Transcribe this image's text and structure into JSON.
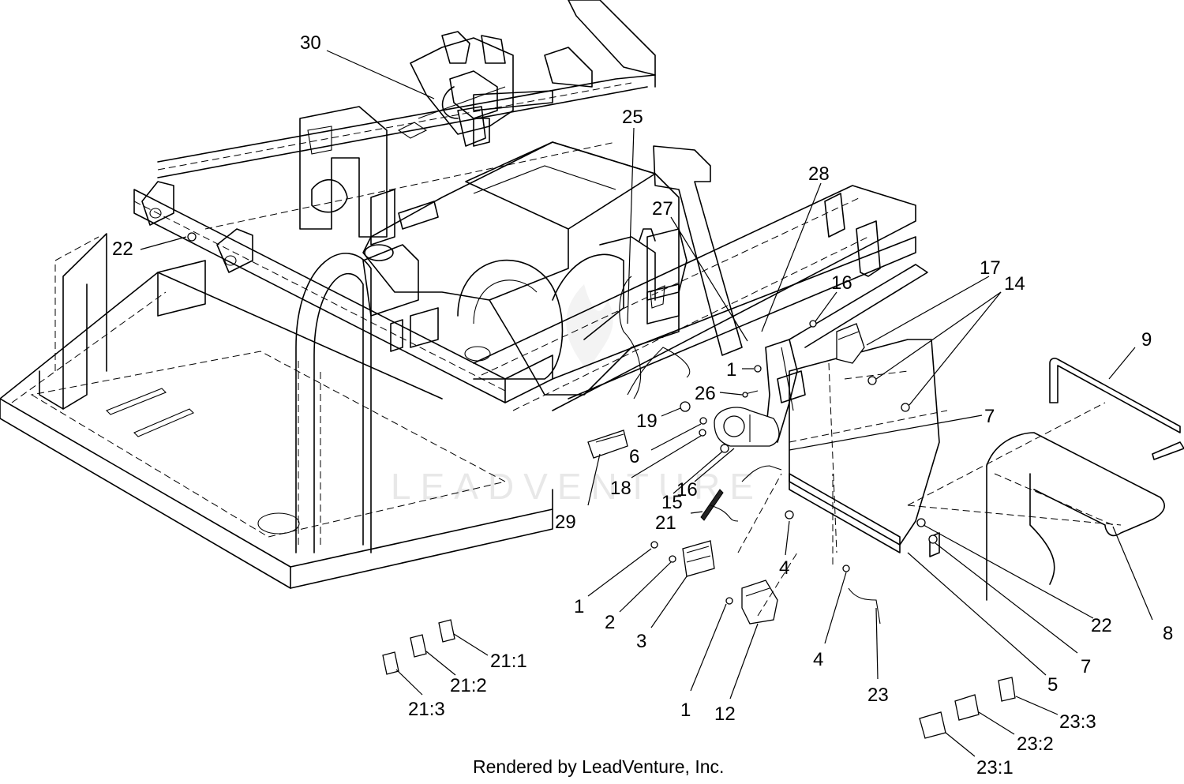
{
  "watermark": "LEADVENTURE",
  "footer": "Rendered by LeadVenture, Inc.",
  "callouts": {
    "c30": "30",
    "c25": "25",
    "c28": "28",
    "c27": "27",
    "c22a": "22",
    "c16a": "16",
    "c17": "17",
    "c14": "14",
    "c9": "9",
    "c1a": "1",
    "c26": "26",
    "c7a": "7",
    "c19": "19",
    "c6": "6",
    "c18": "18",
    "c15": "15",
    "c16b": "16",
    "c29": "29",
    "c21": "21",
    "c4a": "4",
    "c1b": "1",
    "c2": "2",
    "c3": "3",
    "c4b": "4",
    "c22b": "22",
    "c8": "8",
    "c7b": "7",
    "c5": "5",
    "c23": "23",
    "c1c": "1",
    "c12": "12",
    "c21_1": "21:1",
    "c21_2": "21:2",
    "c21_3": "21:3",
    "c23_3": "23:3",
    "c23_2": "23:2",
    "c23_1": "23:1"
  }
}
